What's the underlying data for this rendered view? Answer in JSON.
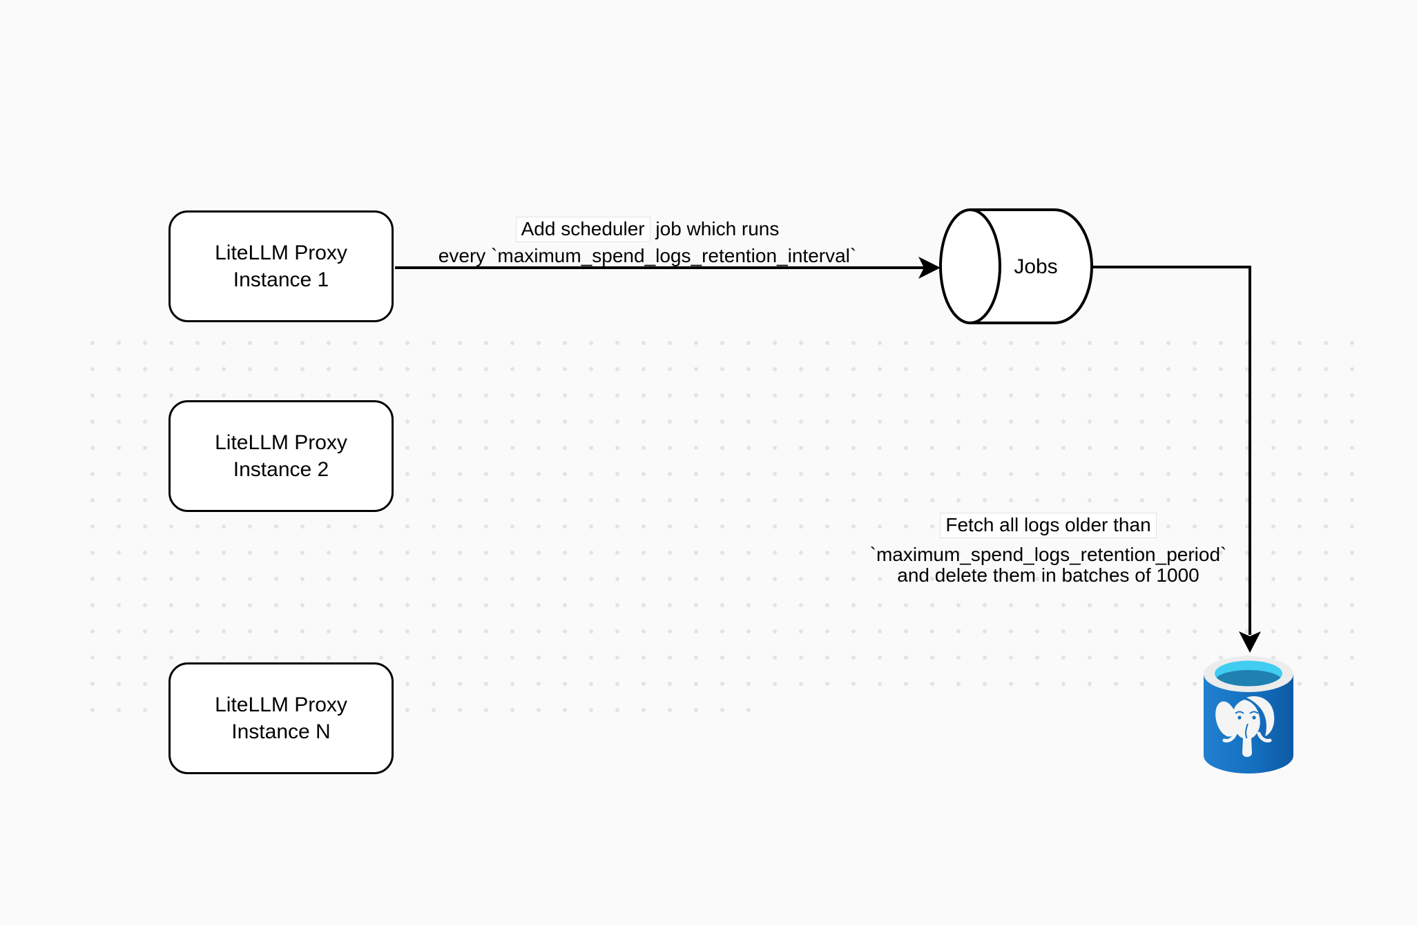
{
  "canvas": {
    "background": "#fafafa",
    "dot_color": "#e3e3e3",
    "stroke_color": "#000000",
    "node_fill": "#ffffff",
    "label_box_border": "#e2e2e2"
  },
  "nodes": [
    {
      "line1": "LiteLLM Proxy",
      "line2": "Instance 1"
    },
    {
      "line1": "LiteLLM Proxy",
      "line2": "Instance 2"
    },
    {
      "line1": "LiteLLM Proxy",
      "line2": "Instance N"
    }
  ],
  "queue": {
    "label": "Jobs"
  },
  "edges": {
    "scheduler": {
      "line1_boxed": "Add scheduler",
      "line1_rest": " job which runs",
      "line2": "every `maximum_spend_logs_retention_interval`"
    },
    "fetch": {
      "line1": "Fetch all logs older than",
      "line2": "`maximum_spend_logs_retention_period`",
      "line3": "and delete them in batches of 1000"
    }
  },
  "database": {
    "icon": "postgresql-elephant-database-icon",
    "colors": {
      "body_left": "#2180cf",
      "body_right": "#0d5aa4",
      "rim": "#ececec",
      "water_top": "#41ccf2",
      "water_deep": "#1e81b2",
      "elephant": "#f4f4f4",
      "eye_blue": "#1470bf"
    }
  }
}
